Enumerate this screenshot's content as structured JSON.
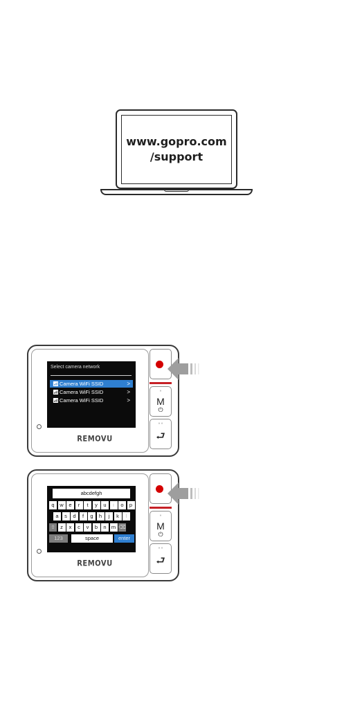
{
  "laptop": {
    "url_line1": "www.gopro.com",
    "url_line2": "/support"
  },
  "device": {
    "brand": "REMOVU",
    "mode_label": "M",
    "power_symbol": "⏻",
    "back_symbol": "⮐",
    "indicator_dots": "° °",
    "record_color": "#d40000",
    "accent_red": "#c62026"
  },
  "network_screen": {
    "title": "Select camera network",
    "networks": [
      {
        "name": "Camera WiFi SSID",
        "selected": true
      },
      {
        "name": "Camera WiFi SSID",
        "selected": false
      },
      {
        "name": "Camera WiFi SSID",
        "selected": false
      }
    ],
    "chevron": ">",
    "selection_color": "#2f7fd0"
  },
  "keyboard_screen": {
    "input_value": "abcdefgh",
    "row1": [
      "q",
      "w",
      "e",
      "r",
      "t",
      "y",
      "u",
      "i",
      "o",
      "p"
    ],
    "row2": [
      "a",
      "s",
      "d",
      "f",
      "g",
      "h",
      "j",
      "k",
      "l"
    ],
    "row3": [
      "⇧",
      "z",
      "x",
      "c",
      "v",
      "b",
      "n",
      "m",
      "⌫"
    ],
    "key_123": "123",
    "key_space": "space",
    "key_enter": "enter"
  }
}
